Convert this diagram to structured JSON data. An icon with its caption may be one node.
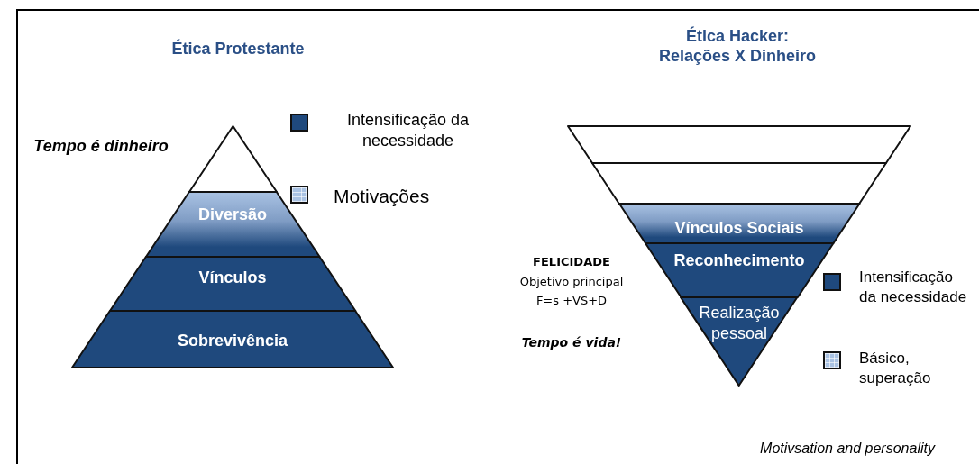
{
  "diagram": {
    "nodes": [
      {
        "text": [],
        "shape": "triangle"
      },
      {
        "text": [
          "Diversão"
        ]
      },
      {
        "text": [
          "Vínculos"
        ]
      },
      {
        "text": [
          "Sobrevivência"
        ]
      },
      {
        "text": [],
        "shape": "band"
      },
      {
        "text": [],
        "shape": "band"
      },
      {
        "text": [
          "Vínculos  Sociais"
        ]
      },
      {
        "text": [
          "Reconhecimento"
        ]
      },
      {
        "text": [
          "Realização pessoal"
        ]
      }
    ],
    "labels": [
      "Ética Protestante",
      "Ética Hacker: Relações X Dinheiro",
      "Tempo é dinheiro",
      "FELICIDADE",
      "Objetivo principal",
      "F=s +VS+D",
      "Tempo é vida!",
      "Motivsation and personality"
    ],
    "legend": [
      {
        "text": "Intensificação da necessidade",
        "color": "#1f497d"
      },
      {
        "text": "Motivações",
        "color": "#a9c2e3"
      },
      {
        "text": "Intensificação da necessidade",
        "color": "#1f497d"
      },
      {
        "text": "Básico, superação",
        "color": "#a9c2e3"
      }
    ]
  }
}
